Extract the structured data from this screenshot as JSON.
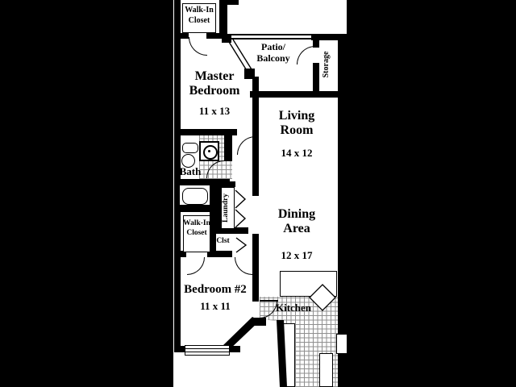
{
  "image_type": "apartment floor plan",
  "colors": {
    "matte": "#000000",
    "paper": "#ffffff",
    "ink": "#000000",
    "tile_grid": "#8f8f8f"
  },
  "rooms": {
    "walk_in_closet_top": {
      "line1": "Walk-In",
      "line2": "Closet"
    },
    "master_bedroom": {
      "line1": "Master",
      "line2": "Bedroom",
      "dims": "11 x 13"
    },
    "patio_balcony": {
      "line1": "Patio/",
      "line2": "Balcony"
    },
    "storage": {
      "label": "Storage"
    },
    "living_room": {
      "line1": "Living",
      "line2": "Room",
      "dims": "14 x 12"
    },
    "bath": {
      "label": "Bath"
    },
    "laundry": {
      "label": "Laundry"
    },
    "walk_in_closet_lower": {
      "line1": "Walk-In",
      "line2": "Closet"
    },
    "closet": {
      "label": "Clst"
    },
    "dining_area": {
      "line1": "Dining",
      "line2": "Area",
      "dims": "12 x 17"
    },
    "bedroom_2": {
      "label": "Bedroom #2",
      "dims": "11 x 11"
    },
    "kitchen": {
      "label": "Kitchen"
    }
  }
}
